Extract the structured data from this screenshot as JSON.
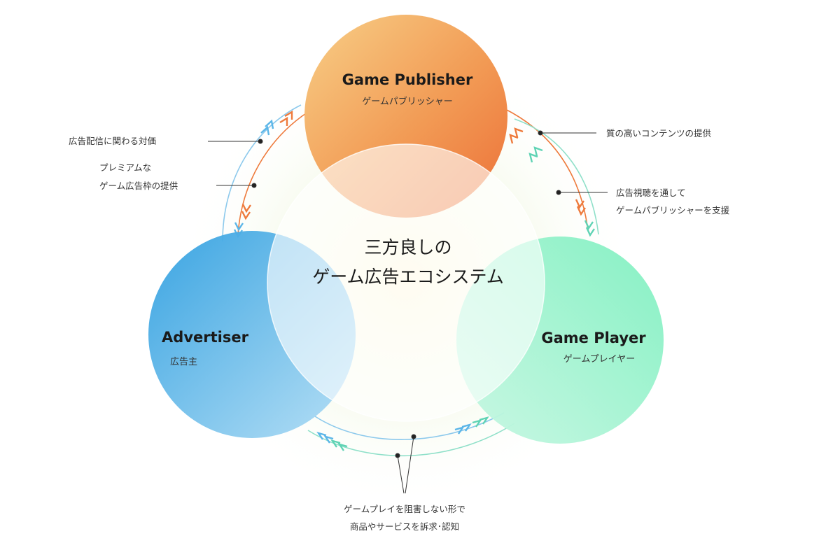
{
  "diagram": {
    "center": {
      "line1": "三方良しの",
      "line2": "ゲーム広告エコシステム"
    },
    "publisher": {
      "title": "Game Publisher",
      "subtitle": "ゲームパブリッシャー"
    },
    "advertiser": {
      "title": "Advertiser",
      "subtitle": "広告主"
    },
    "player": {
      "title": "Game Player",
      "subtitle": "ゲームプレイヤー"
    },
    "labels": {
      "ad_payment": "広告配信に関わる対価",
      "premium_1": "プレミアムな",
      "premium_2": "ゲーム広告枠の提供",
      "quality_content": "質の高いコンテンツの提供",
      "support_1": "広告視聴を通して",
      "support_2": "ゲームパブリッシャーを支援",
      "appeal_1": "ゲームプレイを阻害しない形で",
      "appeal_2": "商品やサービスを訴求･認知"
    }
  },
  "colors": {
    "publisher": [
      "#f6c27a",
      "#ee7a3c"
    ],
    "advertiser": [
      "#3fa7e3",
      "#a9d9f3"
    ],
    "player": [
      "#86f2bf",
      "#5ed6a1"
    ],
    "arrow_orange": "#ee7a3c",
    "arrow_blue": "#5bb6e8",
    "arrow_teal": "#5fd3b4"
  }
}
